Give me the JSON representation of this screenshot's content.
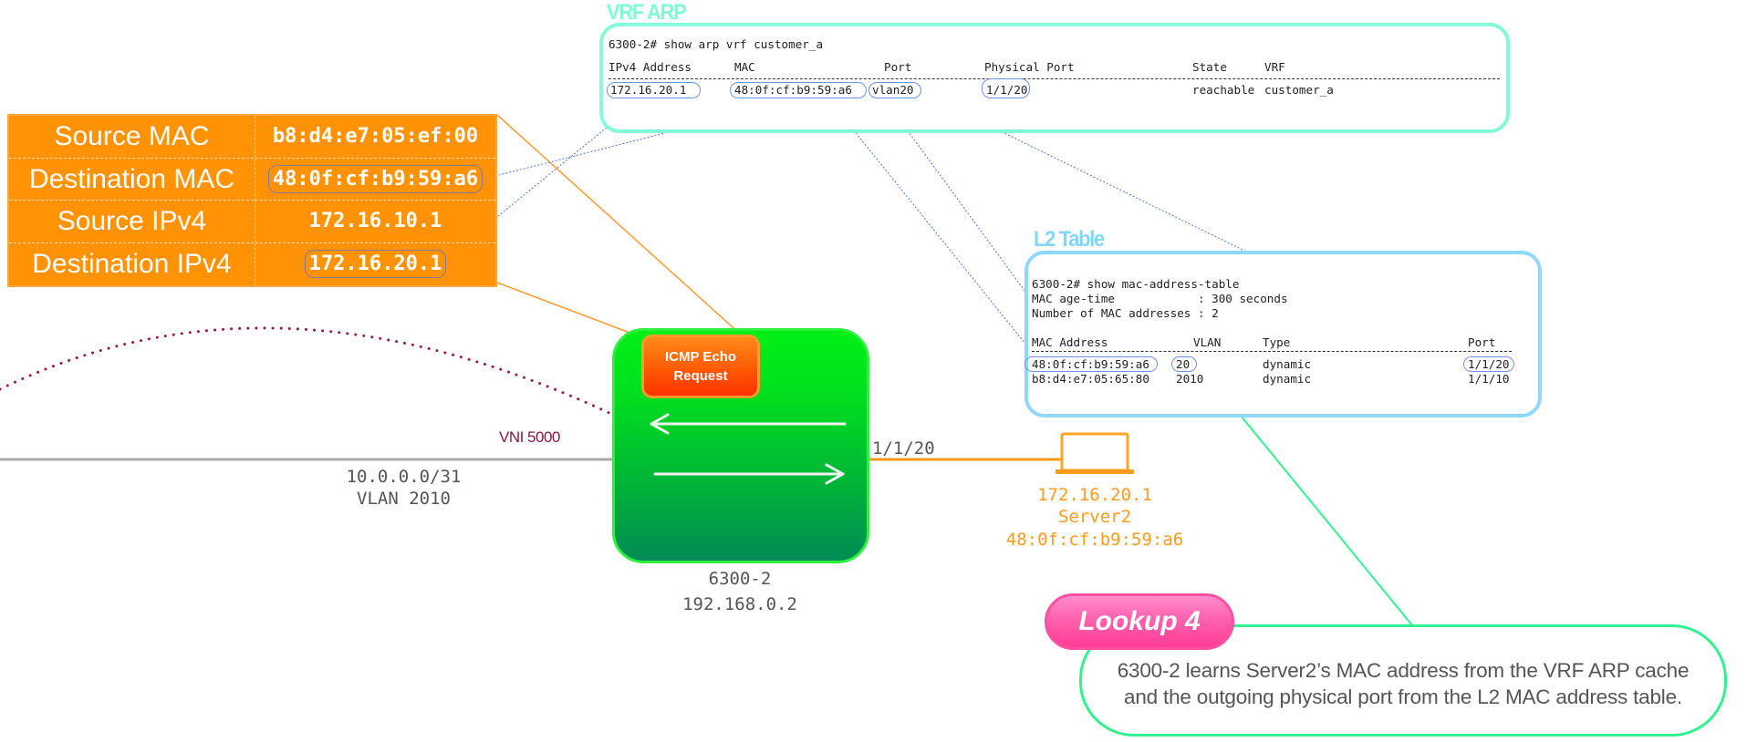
{
  "header_table": {
    "rows": [
      {
        "label": "Source MAC",
        "value": "b8:d4:e7:05:ef:00",
        "highlighted": false
      },
      {
        "label": "Destination MAC",
        "value": "48:0f:cf:b9:59:a6",
        "highlighted": true
      },
      {
        "label": "Source IPv4",
        "value": "172.16.10.1",
        "highlighted": false
      },
      {
        "label": "Destination IPv4",
        "value": "172.16.20.1",
        "highlighted": true
      }
    ]
  },
  "vrf_arp": {
    "title": "VRF ARP",
    "command": "6300-2# show arp vrf customer_a",
    "columns": [
      "IPv4 Address",
      "MAC",
      "Port",
      "Physical Port",
      "State",
      "VRF"
    ],
    "rows": [
      {
        "ipv4": "172.16.20.1",
        "mac": "48:0f:cf:b9:59:a6",
        "port": "vlan20",
        "physical_port": "1/1/20",
        "state": "reachable",
        "vrf": "customer_a"
      }
    ]
  },
  "l2_table": {
    "title": "L2 Table",
    "command": "6300-2# show mac-address-table",
    "age_time_line": "MAC age-time            : 300 seconds",
    "count_line": "Number of MAC addresses : 2",
    "columns": [
      "MAC Address",
      "VLAN",
      "Type",
      "Port"
    ],
    "rows": [
      {
        "mac": "48:0f:cf:b9:59:a6",
        "vlan": "20",
        "type": "dynamic",
        "port": "1/1/20"
      },
      {
        "mac": "b8:d4:e7:05:65:80",
        "vlan": "2010",
        "type": "dynamic",
        "port": "1/1/10"
      }
    ]
  },
  "switch": {
    "name": "6300-2",
    "ip": "192.168.0.2",
    "packet_label_line1": "ICMP Echo",
    "packet_label_line2": "Request"
  },
  "link_left": {
    "subnet": "10.0.0.0/31",
    "vlan": "VLAN 2010",
    "vni": "VNI 5000"
  },
  "link_right": {
    "port": "1/1/20"
  },
  "server": {
    "ip": "172.16.20.1",
    "name": "Server2",
    "mac": "48:0f:cf:b9:59:a6",
    "icon": "laptop-icon"
  },
  "lookup": {
    "badge": "Lookup 4",
    "text_line1": "6300-2 learns Server2’s MAC address from the VRF ARP cache",
    "text_line2": "and the outgoing physical port from the L2 MAC address table."
  },
  "colors": {
    "vrf_accent": "#7ffcd6",
    "l2_accent": "#85d6fa",
    "header_orange": "#ff9205",
    "switch_green": "#00dd20",
    "lookup_pink": "#ff4fa3",
    "callout_green": "#32f28f",
    "vni_color": "#8b1747",
    "server_orange": "#ff9a1a"
  }
}
